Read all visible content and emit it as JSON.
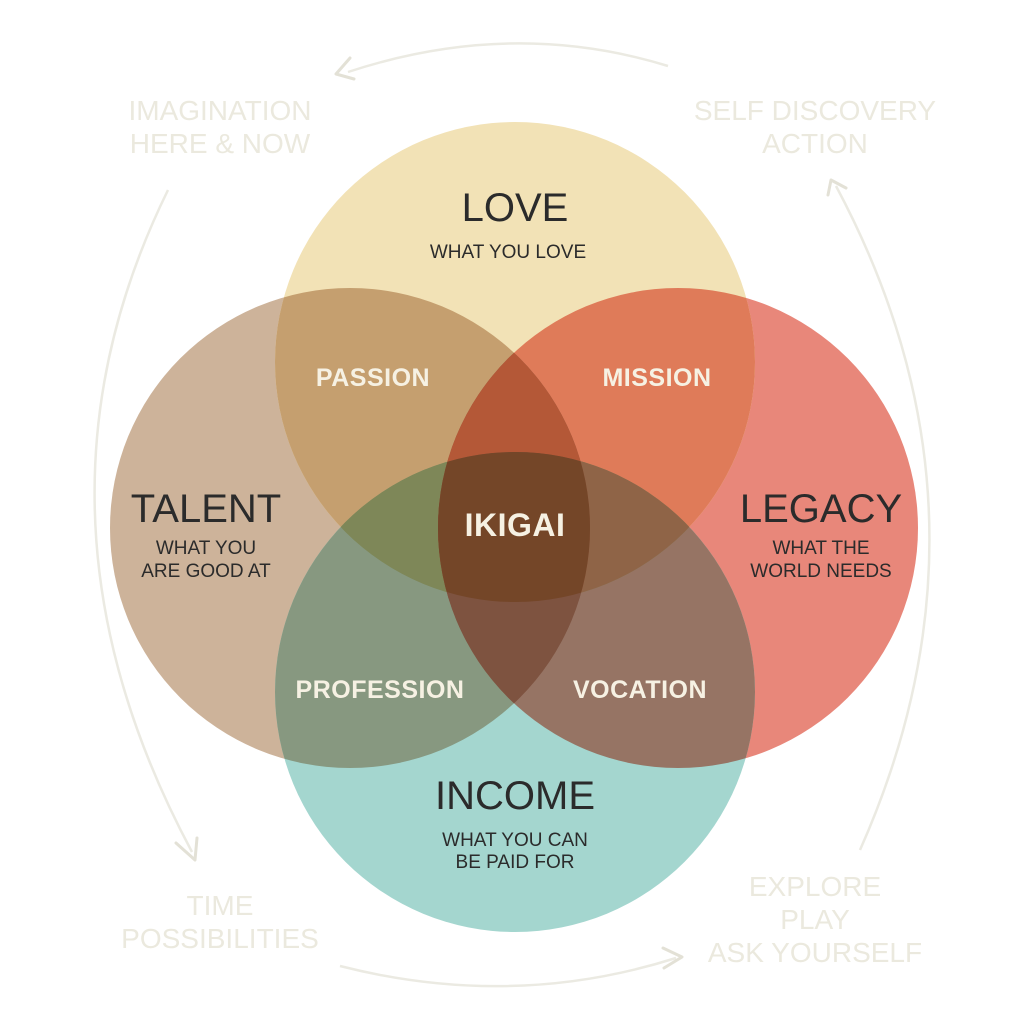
{
  "diagram": {
    "circles": {
      "love": {
        "title": "LOVE",
        "subtitle": [
          "WHAT YOU LOVE"
        ],
        "color": "#f2e2b6"
      },
      "talent": {
        "title": "TALENT",
        "subtitle": [
          "WHAT YOU",
          "ARE GOOD AT"
        ],
        "color": "#cdb39a"
      },
      "legacy": {
        "title": "LEGACY",
        "subtitle": [
          "WHAT THE",
          "WORLD NEEDS"
        ],
        "color": "#e8877a"
      },
      "income": {
        "title": "INCOME",
        "subtitle": [
          "WHAT YOU CAN",
          "BE PAID FOR"
        ],
        "color": "#a4d6cf"
      }
    },
    "overlaps": {
      "passion": "PASSION",
      "mission": "MISSION",
      "profession": "PROFESSION",
      "vocation": "VOCATION",
      "center": "IKIGAI"
    },
    "corners": {
      "top_left": [
        "IMAGINATION",
        "HERE & NOW"
      ],
      "top_right": [
        "SELF DISCOVERY",
        "ACTION"
      ],
      "bottom_left": [
        "TIME",
        "POSSIBILITIES"
      ],
      "bottom_right": [
        "EXPLORE",
        "PLAY",
        "ASK YOURSELF"
      ]
    },
    "overlap_colors": {
      "passion": "#c59f6f",
      "mission": "#df7b59",
      "profession": "#879880",
      "vocation": "#967464",
      "love_talent_income": "#7e8758",
      "love_legacy_income": "#8f6447",
      "love_talent_legacy": "#b45837",
      "talent_legacy_income": "#7e5340",
      "center": "#744628"
    }
  }
}
